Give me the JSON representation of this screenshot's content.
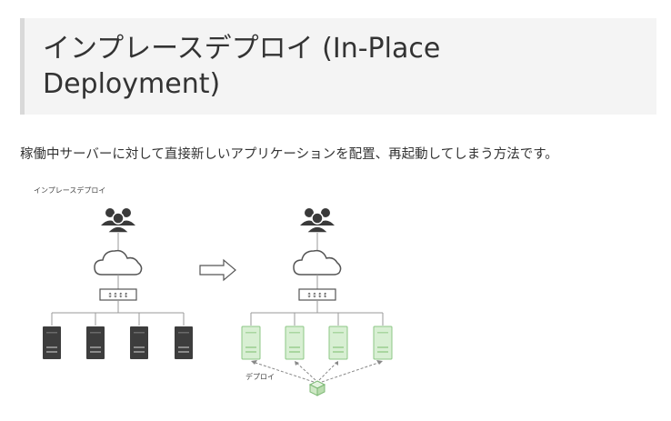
{
  "page": {
    "title": "インプレースデプロイ (In-Place Deployment)",
    "description": "稼働中サーバーに対して直接新しいアプリケーションを配置、再起動してしまう方法です。"
  },
  "diagram": {
    "label": "インプレースデプロイ",
    "deploy_label": "デプロイ",
    "colors": {
      "server_dark": "#3d3d3d",
      "server_new_fill": "#d8efd3",
      "server_new_stroke": "#8cc785",
      "package_fill": "#cfe8c6",
      "line": "#999999"
    },
    "icons": [
      "users-icon",
      "cloud-icon",
      "switch-icon",
      "server-icon",
      "arrow-right-icon",
      "package-icon"
    ]
  }
}
